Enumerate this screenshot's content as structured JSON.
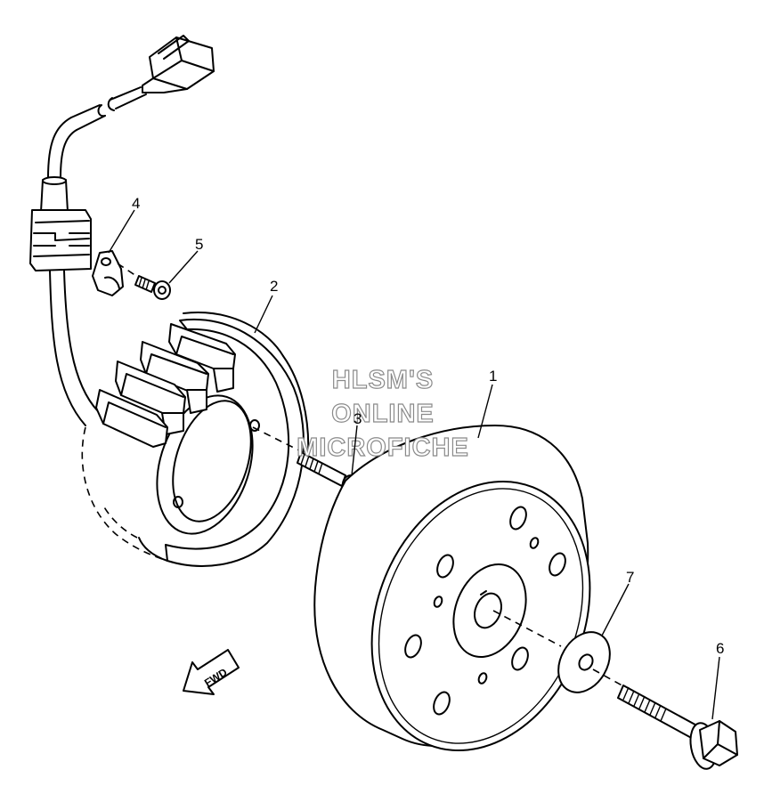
{
  "watermark": {
    "line1": "HLSM'S",
    "line2": "ONLINE",
    "line3": "MICROFICHE"
  },
  "direction_label": "FWD",
  "callouts": {
    "c1": "1",
    "c2": "2",
    "c3": "3",
    "c4": "4",
    "c5": "5",
    "c6": "6",
    "c7": "7"
  },
  "colors": {
    "line": "#000000",
    "background": "#ffffff",
    "watermark_outline": "#8a8a8a"
  }
}
